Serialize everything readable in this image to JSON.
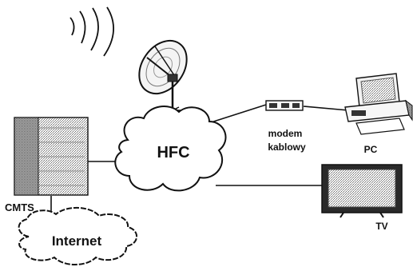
{
  "diagram": {
    "hub_label": "HFC",
    "cmts_label": "CMTS",
    "internet_label": "Internet",
    "modem_label_line1": "modem",
    "modem_label_line2": "kablowy",
    "pc_label": "PC",
    "tv_label": "TV"
  },
  "colors": {
    "ink": "#111111",
    "dither": "#8a8a8a",
    "background": "#ffffff"
  },
  "icons": [
    "radio-waves-icon",
    "satellite-dish-icon",
    "cmts-server-icon",
    "cable-modem-icon",
    "pc-icon",
    "tv-icon",
    "cloud-icon"
  ]
}
